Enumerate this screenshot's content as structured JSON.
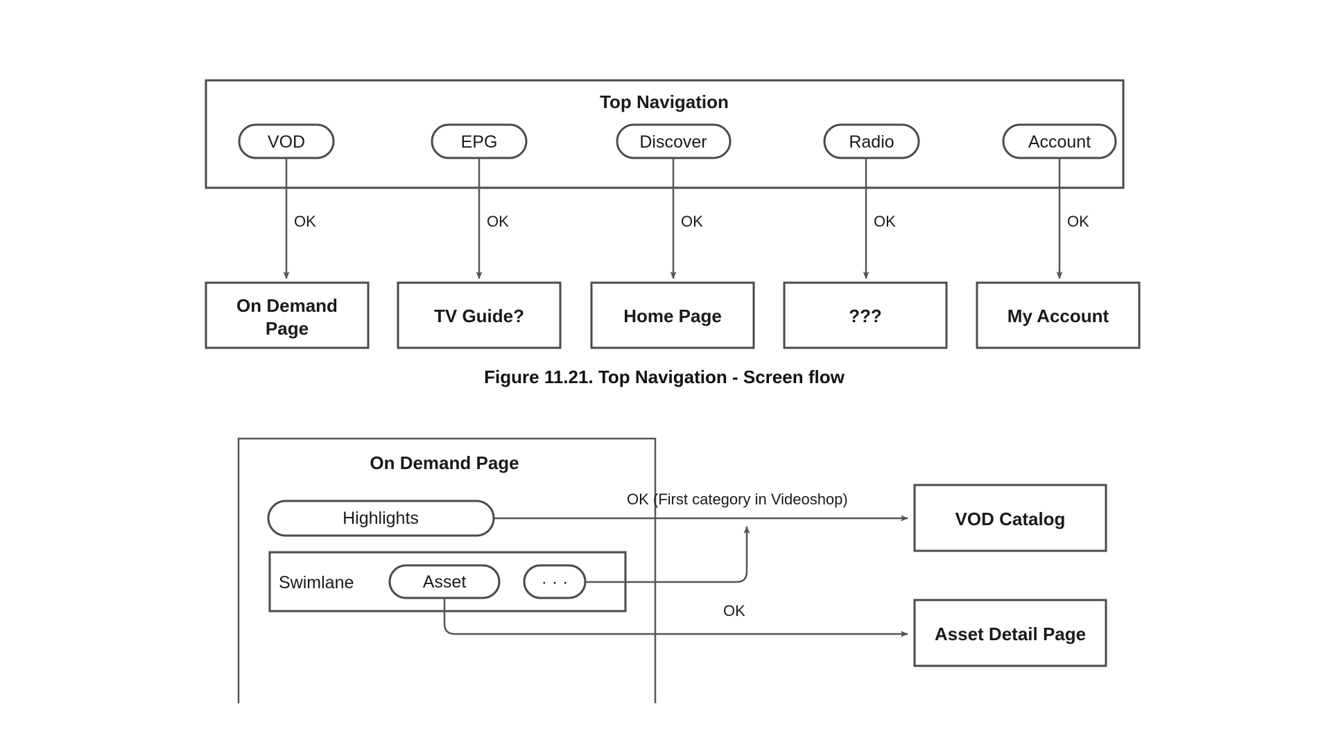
{
  "figure1": {
    "group_label": "Top Navigation",
    "nav_items": [
      {
        "label": "VOD"
      },
      {
        "label": "EPG"
      },
      {
        "label": "Discover"
      },
      {
        "label": "Radio"
      },
      {
        "label": "Account"
      }
    ],
    "edge_labels": [
      "OK",
      "OK",
      "OK",
      "OK",
      "OK"
    ],
    "target_screens": [
      {
        "label": "On Demand\nPage",
        "line1": "On Demand",
        "line2": "Page"
      },
      {
        "label": "TV Guide?",
        "line1": "TV Guide?",
        "line2": ""
      },
      {
        "label": "Home Page",
        "line1": "Home Page",
        "line2": ""
      },
      {
        "label": "???",
        "line1": "???",
        "line2": ""
      },
      {
        "label": "My Account",
        "line1": "My Account",
        "line2": ""
      }
    ],
    "caption": "Figure 11.21. Top Navigation - Screen flow"
  },
  "figure2": {
    "group_label": "On Demand Page",
    "highlights_label": "Highlights",
    "swimlane_label": "Swimlane",
    "asset_label": "Asset",
    "more_label": "· · ·",
    "edge_label_catalog": "OK (First category in Videoshop)",
    "edge_label_detail": "OK",
    "target_screens": [
      {
        "label": "VOD Catalog"
      },
      {
        "label": "Asset Detail Page"
      }
    ]
  },
  "colors": {
    "stroke": "#4a4a4a",
    "line": "#555555",
    "text": "#1a1a1a",
    "background": "#ffffff"
  }
}
